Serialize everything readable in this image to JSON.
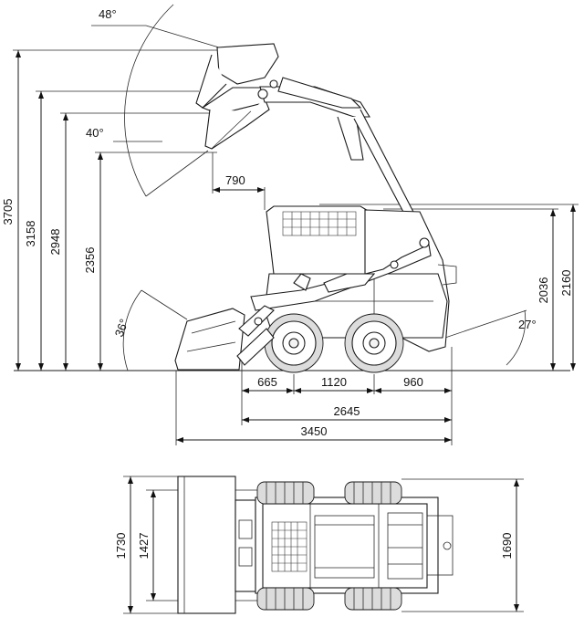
{
  "side_view": {
    "angles": {
      "dump_at_max_height": "48°",
      "dump_angle": "40°",
      "rollback_at_ground": "36°",
      "departure_angle": "27°"
    },
    "heights": {
      "overall_operating_height": "3705",
      "height_to_hinge_pin": "3158",
      "dump_clearance": "2948",
      "dump_height": "2356",
      "height_to_cab_top": "2160",
      "height_to_roof": "2036"
    },
    "reach_at_max_dump": "790",
    "lengths": {
      "front_overhang": "665",
      "wheelbase": "1120",
      "rear_overhang": "960",
      "length_without_bucket": "2645",
      "length_with_bucket": "3450"
    }
  },
  "top_view": {
    "bucket_width": "1730",
    "width_between_tyres": "1427",
    "overall_width": "1690"
  }
}
